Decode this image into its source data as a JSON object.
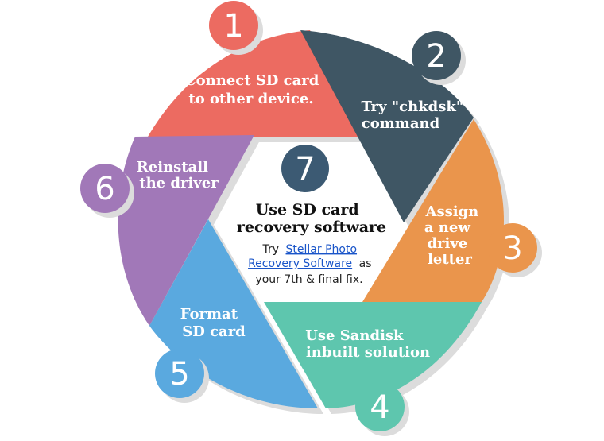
{
  "colors": {
    "step1": "#ec6b61",
    "step2": "#3f5664",
    "step3": "#ea954c",
    "step4": "#5ec6ae",
    "step5": "#5aa9df",
    "step6": "#a178b8",
    "step7": "#3c5a73",
    "shadow": "#dcdcdc",
    "link": "#1a55c9"
  },
  "steps": [
    {
      "number": "1",
      "label_lines": [
        "Connect SD card",
        "to other device."
      ]
    },
    {
      "number": "2",
      "label_lines": [
        "Try \"chkdsk\"",
        "command"
      ]
    },
    {
      "number": "3",
      "label_lines": [
        "Assign",
        "a new",
        "drive",
        "letter"
      ]
    },
    {
      "number": "4",
      "label_lines": [
        "Use Sandisk",
        "inbuilt solution"
      ]
    },
    {
      "number": "5",
      "label_lines": [
        "Format",
        "SD card"
      ]
    },
    {
      "number": "6",
      "label_lines": [
        "Reinstall",
        "the driver"
      ]
    }
  ],
  "center": {
    "number": "7",
    "title_lines": [
      "Use SD card",
      "recovery software"
    ],
    "text_prefix": "Try",
    "link_line1": "Stellar Photo",
    "link_line2": "Recovery Software",
    "text_after_link": "as",
    "text_line3": "your 7th & final fix."
  }
}
